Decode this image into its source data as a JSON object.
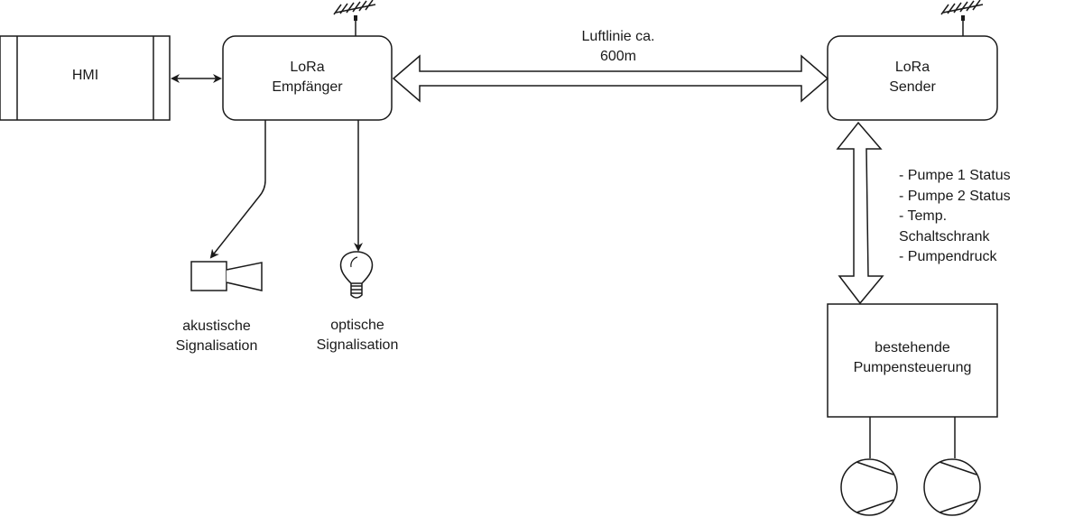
{
  "diagram": {
    "nodes": {
      "hmi": {
        "label": "HMI"
      },
      "receiver": {
        "line1": "LoRa",
        "line2": "Empfänger"
      },
      "sender": {
        "line1": "LoRa",
        "line2": "Sender"
      },
      "pump_control": {
        "line1": "bestehende",
        "line2": "Pumpensteuerung"
      },
      "acoustic": {
        "line1": "akustische",
        "line2": "Signalisation"
      },
      "optical": {
        "line1": "optische",
        "line2": "Signalisation"
      }
    },
    "links": {
      "radio": {
        "line1": "Luftlinie ca.",
        "line2": "600m"
      },
      "data_items": [
        "- Pumpe 1 Status",
        "- Pumpe 2 Status",
        "- Temp.",
        "Schaltschrank",
        "- Pumpendruck"
      ]
    },
    "icons": {
      "antenna": "antenna-icon",
      "horn": "horn-icon",
      "bulb": "light-bulb-icon",
      "pump": "pump-icon"
    },
    "colors": {
      "stroke": "#1a1a1a",
      "fill": "#ffffff",
      "text": "#1a1a1a"
    }
  }
}
